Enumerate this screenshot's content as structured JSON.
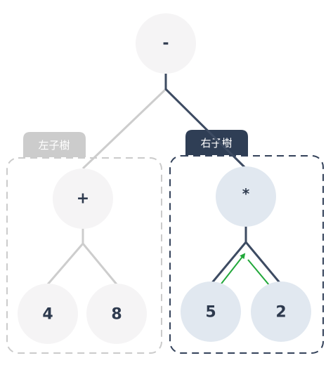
{
  "tree": {
    "root": {
      "label": "-"
    },
    "left_subtree": {
      "tag": "左子樹",
      "node": {
        "label": "+"
      },
      "children": [
        {
          "label": "4"
        },
        {
          "label": "8"
        }
      ]
    },
    "right_subtree": {
      "tag": "右子樹",
      "node": {
        "label": "*"
      },
      "children": [
        {
          "label": "5"
        },
        {
          "label": "2"
        }
      ]
    }
  },
  "colors": {
    "light_node": "#f5f4f5",
    "dark_node": "#e1e8f0",
    "text": "#2e3a4e",
    "light_edge": "#cdcdcd",
    "dark_edge": "#3d4b62",
    "left_tag_bg": "#cccccc",
    "right_tag_bg": "#2f3e55",
    "left_box_border": "#cbcbcb",
    "right_box_border": "#34425a",
    "arrow": "#22a83a"
  }
}
